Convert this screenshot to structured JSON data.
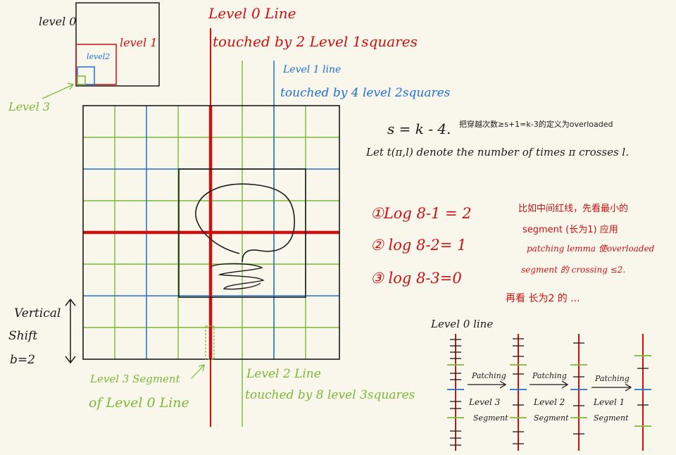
{
  "colors": {
    "background": "#f9f6ec",
    "ink": "#1a1a1a",
    "level0": "#cc1111",
    "level1": "#1f6fd1",
    "level2": "#79b935",
    "level3": "#79b935"
  },
  "labels": {
    "level0": "level 0",
    "level1": "level 1",
    "level2": "level2",
    "level3": "Level 3",
    "level0_line_title": "Level 0 Line",
    "level0_line_touched": "touched by 2 Level 1squares",
    "level1_line_title": "Level 1 line",
    "level1_line_touched": "touched by 4 level 2squares",
    "level2_line_title": "Level 2 Line",
    "level2_line_touched": "touched by 8 level 3squares",
    "segment_line1": "Level 3 Segment",
    "segment_line2": "of Level 0 Line",
    "vertical": "Vertical",
    "shift": "Shift",
    "b_eq": "b=2"
  },
  "notes": {
    "s_formula": "s = k - 4.",
    "s_chinese": "把穿越次数≥s+1=k-3的定义为overloaded",
    "let_line": "Let t(π,l) denote the number of times π crosses l.",
    "eq1": "①Log 8-1 = 2",
    "eq2": "② log 8-2= 1",
    "eq3": "③ log 8-3=0",
    "red1": "比如中间红线，先看最小的",
    "red2": "segment (长为1) 应用",
    "red3": "patching lemma 使overloaded",
    "red4": "segment 的 crossing ≤2.",
    "red5": "再看 长为2 的 ..."
  },
  "patching": {
    "title": "Level 0 line",
    "steps": [
      {
        "top": "Patching",
        "bottom1": "Level 3",
        "bottom2": "Segment"
      },
      {
        "top": "Patching",
        "bottom1": "Level 2",
        "bottom2": "Segment"
      },
      {
        "top": "Patching",
        "bottom1": "Level 1",
        "bottom2": "Segment"
      }
    ]
  }
}
